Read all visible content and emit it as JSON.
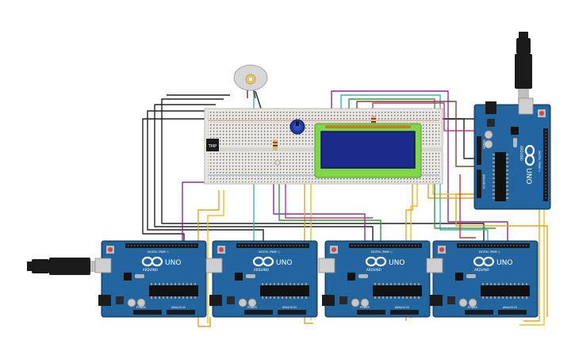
{
  "colors": {
    "board": "#1f5f96",
    "board_dark": "#174a76",
    "board_edge": "#103656",
    "breadboard": "#e8e6e1",
    "lcd_body": "#7fd646",
    "lcd_screen": "#1c2a8c",
    "usb_black": "#1b1b1b",
    "usb_grey": "#cfcfcf",
    "wire_black": "#222222",
    "wire_purple": "#8b2a9c",
    "wire_orange": "#e7a21a",
    "wire_yellow": "#f0c020",
    "wire_teal": "#3fb0b8",
    "wire_green": "#2e9a3a",
    "wire_red": "#d23030",
    "wire_pink": "#c8327a",
    "wire_brown": "#7a4a22"
  },
  "boards": [
    {
      "name": "arduino-uno-1",
      "model": "UNO",
      "brand": "ARDUINO",
      "header_label": "DIGITAL (PWM~)",
      "power_label": "POWER",
      "analog_label": "ANALOG IN"
    },
    {
      "name": "arduino-uno-2",
      "model": "UNO",
      "brand": "ARDUINO",
      "header_label": "DIGITAL (PWM~)",
      "power_label": "POWER",
      "analog_label": "ANALOG IN"
    },
    {
      "name": "arduino-uno-3",
      "model": "UNO",
      "brand": "ARDUINO",
      "header_label": "DIGITAL (PWM~)",
      "power_label": "POWER",
      "analog_label": "ANALOG IN"
    },
    {
      "name": "arduino-uno-4",
      "model": "UNO",
      "brand": "ARDUINO",
      "header_label": "DIGITAL (PWM~)",
      "power_label": "POWER",
      "analog_label": "ANALOG IN"
    },
    {
      "name": "arduino-uno-5",
      "model": "UNO",
      "brand": "ARDUINO",
      "header_label": "DIGITAL (PWM~)",
      "power_label": "POWER",
      "analog_label": "ANALOG IN"
    }
  ],
  "components": {
    "lcd": {
      "name": "lcd-16x2"
    },
    "motor": {
      "name": "dc-motor"
    },
    "pot": {
      "name": "potentiometer"
    },
    "sensor_label": "TMP"
  }
}
